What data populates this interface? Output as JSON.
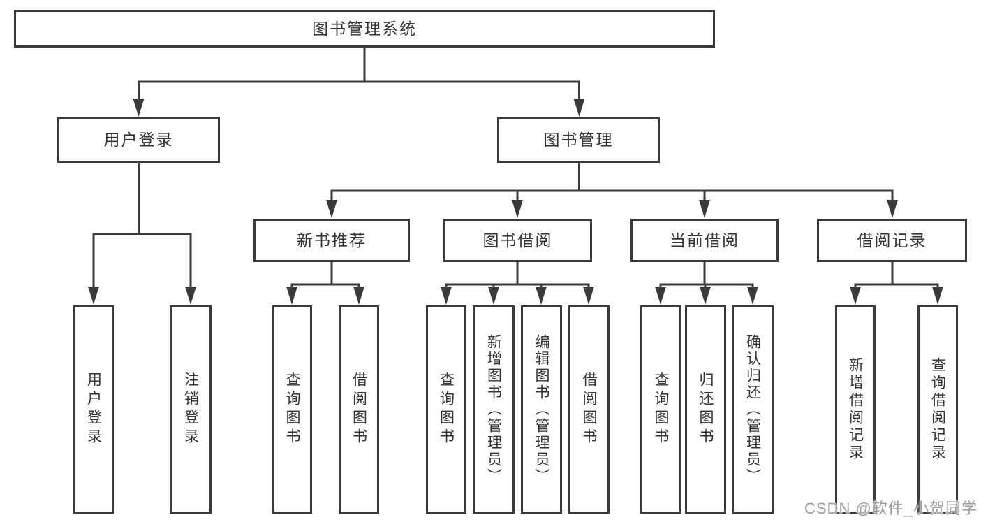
{
  "title": "图书管理系统",
  "watermark": "CSDN @软件_小贺同学",
  "colors": {
    "line": "#3a3a3a",
    "text": "#333333",
    "watermark": "#9c9c9c",
    "background": "#ffffff"
  },
  "nodes": {
    "root": "图书管理系统",
    "user_login": "用户登录",
    "book_mgmt": "图书管理",
    "new_book": "新书推荐",
    "book_borrow": "图书借阅",
    "current_borrow": "当前借阅",
    "borrow_record": "借阅记录",
    "leaf_user_login": "用户登录",
    "leaf_logout": "注销登录",
    "leaf_query_book_1": "查询图书",
    "leaf_borrow_book_1": "借阅图书",
    "leaf_query_book_2": "查询图书",
    "leaf_add_book_admin": "新增图书（管理员）",
    "leaf_edit_book_admin": "编辑图书（管理员）",
    "leaf_borrow_book_2": "借阅图书",
    "leaf_query_book_3": "查询图书",
    "leaf_return_book": "归还图书",
    "leaf_confirm_return_admin": "确认归还（管理员）",
    "leaf_add_borrow_record": "新增借阅记录",
    "leaf_query_borrow_record": "查询借阅记录"
  },
  "hierarchy": {
    "图书管理系统": {
      "用户登录": [
        "用户登录",
        "注销登录"
      ],
      "图书管理": {
        "新书推荐": [
          "查询图书",
          "借阅图书"
        ],
        "图书借阅": [
          "查询图书",
          "新增图书（管理员）",
          "编辑图书（管理员）",
          "借阅图书"
        ],
        "当前借阅": [
          "查询图书",
          "归还图书",
          "确认归还（管理员）"
        ],
        "借阅记录": [
          "新增借阅记录",
          "查询借阅记录"
        ]
      }
    }
  }
}
